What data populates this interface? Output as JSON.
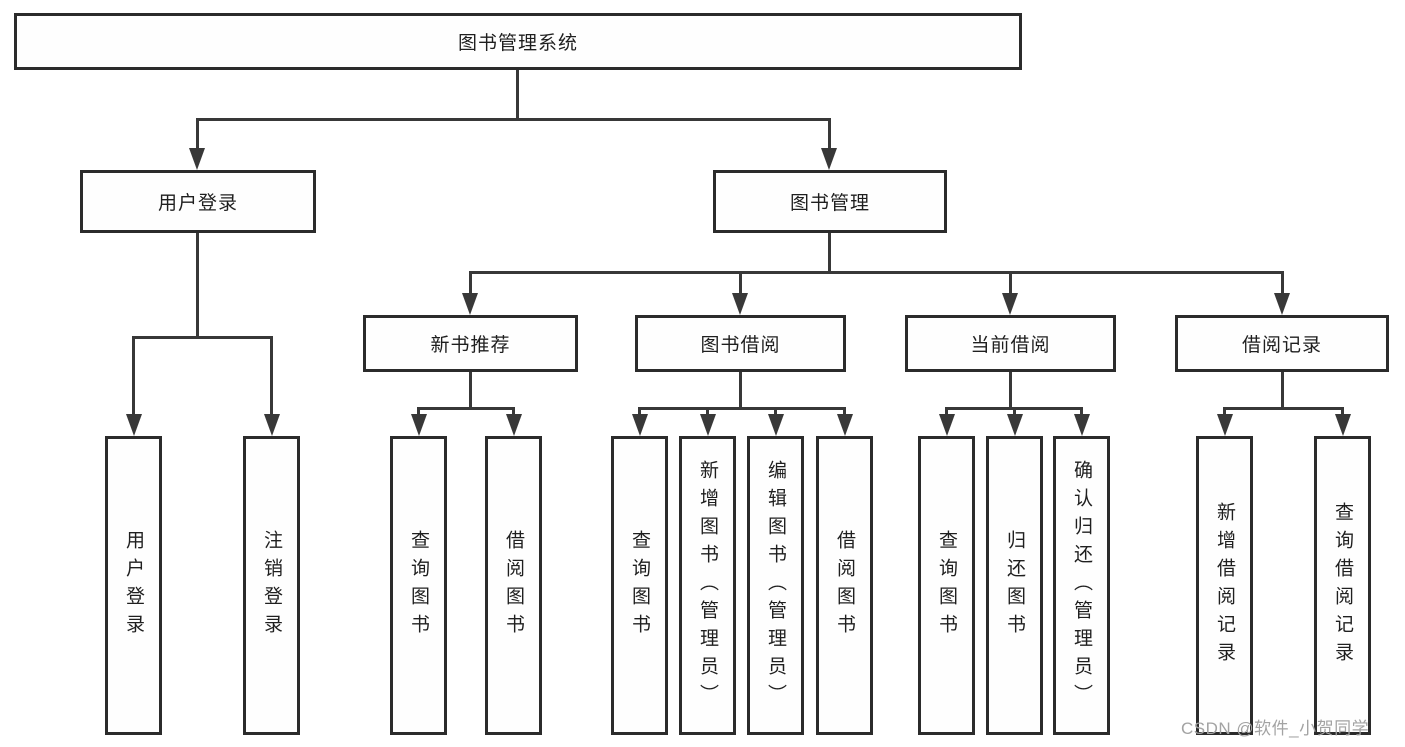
{
  "tree": {
    "label": "图书管理系统",
    "children": [
      {
        "label": "用户登录",
        "children": [
          {
            "label": "用户登录"
          },
          {
            "label": "注销登录"
          }
        ]
      },
      {
        "label": "图书管理",
        "children": [
          {
            "label": "新书推荐",
            "children": [
              {
                "label": "查询图书"
              },
              {
                "label": "借阅图书"
              }
            ]
          },
          {
            "label": "图书借阅",
            "children": [
              {
                "label": "查询图书"
              },
              {
                "label": "新增图书（管理员）"
              },
              {
                "label": "编辑图书（管理员）"
              },
              {
                "label": "借阅图书"
              }
            ]
          },
          {
            "label": "当前借阅",
            "children": [
              {
                "label": "查询图书"
              },
              {
                "label": "归还图书"
              },
              {
                "label": "确认归还（管理员）"
              }
            ]
          },
          {
            "label": "借阅记录",
            "children": [
              {
                "label": "新增借阅记录"
              },
              {
                "label": "查询借阅记录"
              }
            ]
          }
        ]
      }
    ]
  },
  "watermark": "CSDN @软件_小贺同学",
  "colors": {
    "line": "#383838",
    "box_border": "#2b2b2b",
    "text": "#1f1f1f",
    "watermark": "#a3a3a3",
    "background": "#ffffff"
  }
}
